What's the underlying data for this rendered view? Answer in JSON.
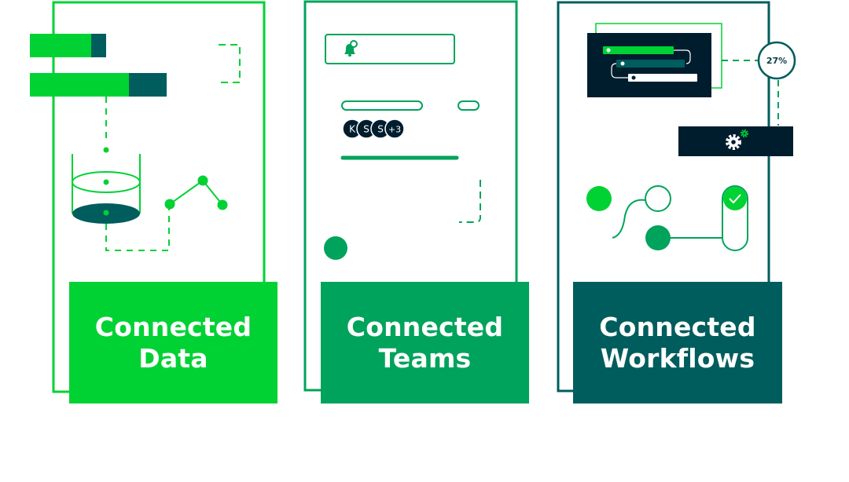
{
  "colors": {
    "bright_green": "#00d234",
    "mid_green": "#00a35b",
    "dark_teal": "#005d5d",
    "navy": "#001d2e",
    "white": "#ffffff"
  },
  "panels": [
    {
      "title_line1": "Connected",
      "title_line2": "Data"
    },
    {
      "title_line1": "Connected",
      "title_line2": "Teams"
    },
    {
      "title_line1": "Connected",
      "title_line2": "Workflows"
    }
  ],
  "teams": {
    "avatars": [
      "K",
      "S",
      "S",
      "+3"
    ],
    "icons": [
      "bell-icon"
    ]
  },
  "workflows": {
    "progress_label": "27%",
    "progress_value": 0.27,
    "icons": [
      "gear-icon",
      "check-icon"
    ]
  }
}
